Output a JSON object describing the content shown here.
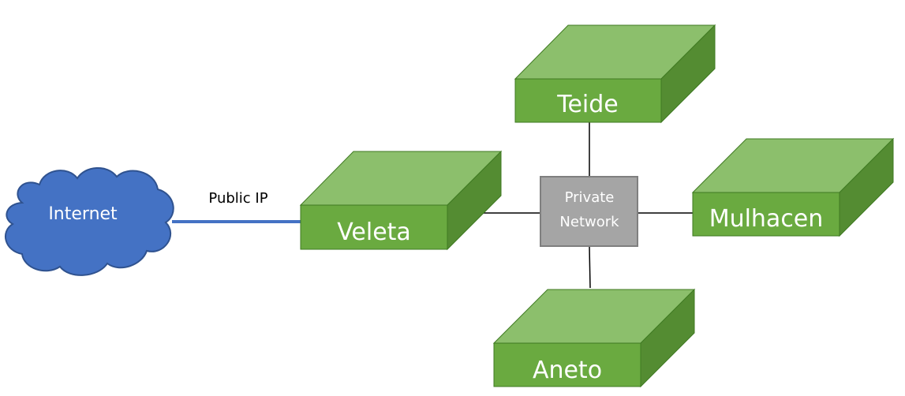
{
  "colors": {
    "box_top": "#8cbf6c",
    "box_front": "#6aaa40",
    "box_side": "#548c32",
    "box_stroke": "#3f7a22",
    "cloud_fill": "#4472c4",
    "cloud_stroke": "#2f528f",
    "hub_fill": "#a5a5a5",
    "hub_stroke": "#7f7f7f",
    "link_public": "#4472c4",
    "link_private": "#000000"
  },
  "internet": {
    "label": "Internet",
    "icon": "cloud-icon"
  },
  "public_link": {
    "label": "Public IP"
  },
  "hub": {
    "label_line1": "Private",
    "label_line2": "Network"
  },
  "nodes": {
    "teide": {
      "label": "Teide"
    },
    "veleta": {
      "label": "Veleta"
    },
    "mulhacen": {
      "label": "Mulhacen"
    },
    "aneto": {
      "label": "Aneto"
    }
  }
}
